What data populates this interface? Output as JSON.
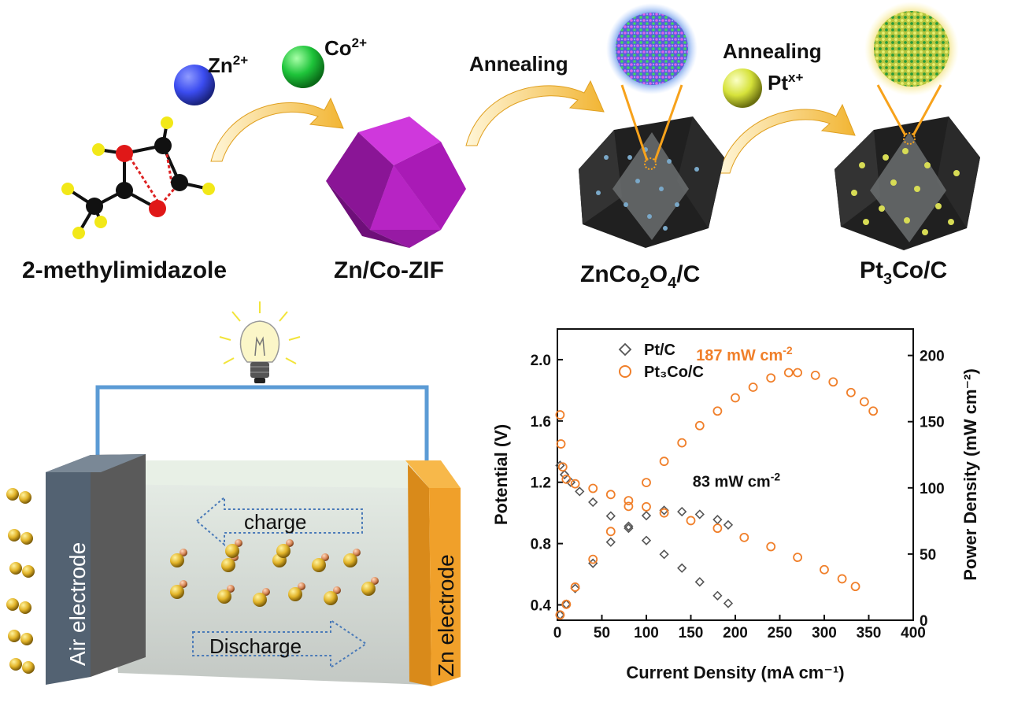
{
  "synthesis": {
    "precursor_label": "2-methylimidazole",
    "zn_ion": {
      "base": "Zn",
      "sup": "2+"
    },
    "co_ion": {
      "base": "Co",
      "sup": "2+"
    },
    "pt_ion": {
      "base": "Pt",
      "sup": "x+"
    },
    "step1_label": "Annealing",
    "step2_label": "Annealing",
    "zif_label": "Zn/Co-ZIF",
    "spinel_label": {
      "p1": "ZnCo",
      "s1": "2",
      "p2": "O",
      "s2": "4",
      "p3": "/C"
    },
    "alloy_label": {
      "p1": "Pt",
      "s1": "3",
      "p2": "Co/C"
    },
    "colors": {
      "zn": "#3b4cf0",
      "co": "#1ec43a",
      "pt": "#d6e23a",
      "zif": "#b21fbf",
      "arrow": "#f2b533"
    }
  },
  "battery": {
    "air_electrode_label": "Air electrode",
    "zn_electrode_label": "Zn electrode",
    "charge_label": "charge",
    "discharge_label": "Discharge",
    "colors": {
      "wire": "#5b9bd5",
      "zn_electrode": "#f0a02a",
      "air_electrode": "#4a5a6a"
    }
  },
  "chart_data": {
    "type": "line",
    "xlabel": "Current Density (mA cm⁻¹)",
    "ylabel": "Potential (V)",
    "y2label": "Power Density (mW cm⁻²)",
    "xlim": [
      0,
      400
    ],
    "ylim": [
      0.3,
      2.2
    ],
    "y2lim": [
      0,
      220
    ],
    "xticks": [
      0,
      50,
      100,
      150,
      200,
      250,
      300,
      350,
      400
    ],
    "yticks": [
      0.4,
      0.8,
      1.2,
      1.6,
      2.0
    ],
    "y2ticks": [
      0,
      50,
      100,
      150,
      200
    ],
    "legend_position": "top-left",
    "series": [
      {
        "name": "Pt/C",
        "color": "#555555",
        "marker": "diamond",
        "polarization": {
          "x": [
            3,
            8,
            15,
            25,
            40,
            60,
            80,
            100,
            120,
            140,
            160,
            180,
            192
          ],
          "y": [
            1.31,
            1.25,
            1.2,
            1.14,
            1.07,
            0.98,
            0.9,
            0.82,
            0.73,
            0.64,
            0.55,
            0.46,
            0.41
          ]
        },
        "power": {
          "x": [
            3,
            10,
            20,
            40,
            60,
            80,
            100,
            120,
            140,
            160,
            180,
            192
          ],
          "y": [
            4,
            12,
            24,
            43,
            59,
            71,
            79,
            83,
            82,
            80,
            76,
            72
          ]
        }
      },
      {
        "name": "Pt₃Co/C",
        "color": "#f07f2a",
        "marker": "circle",
        "polarization": {
          "x": [
            3,
            4,
            6,
            10,
            20,
            40,
            60,
            80,
            100,
            120,
            150,
            180,
            210,
            240,
            270,
            300,
            320,
            335
          ],
          "y": [
            1.64,
            1.45,
            1.3,
            1.22,
            1.19,
            1.16,
            1.12,
            1.08,
            1.04,
            1.0,
            0.95,
            0.9,
            0.84,
            0.78,
            0.71,
            0.63,
            0.57,
            0.52
          ]
        },
        "power": {
          "x": [
            3,
            10,
            20,
            40,
            60,
            80,
            100,
            120,
            140,
            160,
            180,
            200,
            220,
            240,
            260,
            270,
            290,
            310,
            330,
            345,
            355
          ],
          "y": [
            4,
            12,
            25,
            46,
            67,
            86,
            104,
            120,
            134,
            147,
            158,
            168,
            176,
            183,
            187,
            187,
            185,
            180,
            172,
            165,
            158
          ]
        }
      }
    ],
    "annotations": [
      {
        "text_base": "187 mW cm",
        "text_sup": "-2",
        "color": "#f07f2a"
      },
      {
        "text_base": "83 mW cm",
        "text_sup": "-2",
        "color": "#111111"
      }
    ]
  }
}
